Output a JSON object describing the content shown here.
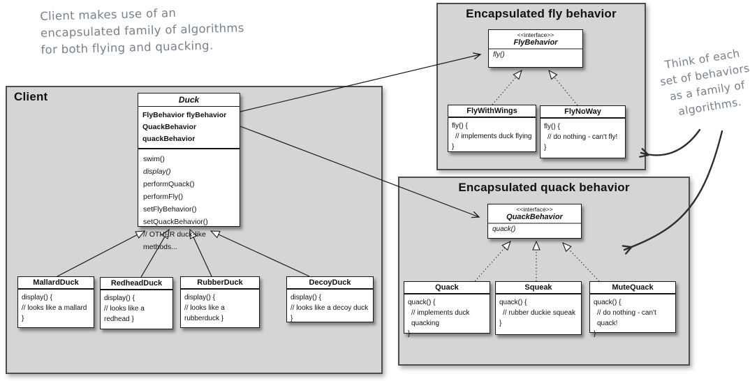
{
  "notes": {
    "client_note": {
      "line1": "Client makes use of an",
      "line2": "encapsulated family of algorithms",
      "line3": "for both flying and quacking."
    },
    "family_note": {
      "line1": "Think of each",
      "line2": "set of behaviors",
      "line3": "as a family of",
      "line4": "algorithms."
    }
  },
  "panels": {
    "client": {
      "title": "Client"
    },
    "fly": {
      "title": "Encapsulated fly behavior"
    },
    "quack": {
      "title": "Encapsulated quack behavior"
    }
  },
  "classes": {
    "duck": {
      "name": "Duck",
      "attributes": [
        "FlyBehavior flyBehavior",
        "QuackBehavior quackBehavior"
      ],
      "methods": [
        "swim()",
        "display()",
        "performQuack()",
        "performFly()",
        "setFlyBehavior()",
        "setQuackBehavior()",
        "// OTHER duck-like methods..."
      ]
    },
    "mallard_duck": {
      "name": "MallardDuck",
      "body": [
        "display() {",
        "// looks like a mallard }"
      ]
    },
    "redhead_duck": {
      "name": "RedheadDuck",
      "body": [
        "display() {",
        "// looks like a redhead }"
      ]
    },
    "rubber_duck": {
      "name": "RubberDuck",
      "body": [
        "display() {",
        "// looks like a rubberduck }"
      ]
    },
    "decoy_duck": {
      "name": "DecoyDuck",
      "body": [
        "display() {",
        "// looks like a decoy duck }"
      ]
    },
    "fly_behavior": {
      "stereotype": "<<interface>>",
      "name": "FlyBehavior",
      "method": "fly()"
    },
    "fly_with_wings": {
      "name": "FlyWithWings",
      "body": [
        "fly() {",
        "// implements duck flying",
        "}"
      ]
    },
    "fly_no_way": {
      "name": "FlyNoWay",
      "body": [
        "fly() {",
        "// do nothing - can't fly!",
        "}"
      ]
    },
    "quack_behavior": {
      "stereotype": "<<interface>>",
      "name": "QuackBehavior",
      "method": "quack()"
    },
    "quack_impl": {
      "name": "Quack",
      "body": [
        "quack() {",
        "// implements duck quacking",
        "}"
      ]
    },
    "squeak": {
      "name": "Squeak",
      "body": [
        "quack() {",
        "// rubber duckie squeak",
        "}"
      ]
    },
    "mute_quack": {
      "name": "MuteQuack",
      "body": [
        "quack() {",
        "// do nothing - can't quack!",
        "}"
      ]
    }
  },
  "colors": {
    "panel_bg": "#d5d5d5",
    "panel_border": "#4d4d4d",
    "note_ink": "#76818f",
    "arrow_ink": "#2e2e2e"
  }
}
